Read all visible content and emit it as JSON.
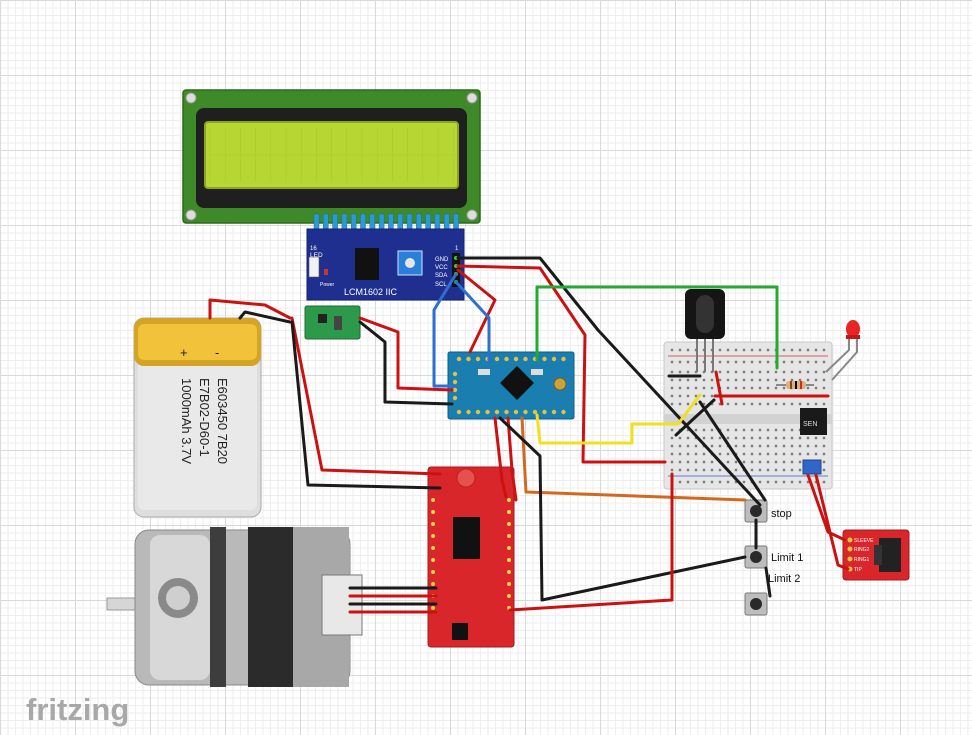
{
  "app": {
    "watermark": "fritzing"
  },
  "lcd": {
    "adapter_label": "LCM1602 IIC",
    "pin_gnd": "GND",
    "pin_vcc": "VCC",
    "pin_sda": "SDA",
    "pin_scl": "SCL",
    "led_label": "LED",
    "power_label": "Power",
    "pin_16": "16",
    "pin_1": "1"
  },
  "battery": {
    "plus": "+",
    "minus": "-",
    "line1": "E603450 7B20",
    "line2": "E7B02-D60-1",
    "line3": "1000mAh 3.7V"
  },
  "buttons": {
    "stop": "stop",
    "limit1": "Limit 1",
    "limit2": "Limit 2"
  },
  "audio_jack": {
    "sleeve": "SLEEVE",
    "ring2": "RING2",
    "ring1": "RING1",
    "tip": "TIP"
  },
  "sensor": {
    "label": "SEN"
  },
  "colors": {
    "wire_red": "#cc1111",
    "wire_black": "#1a1a1a",
    "wire_blue": "#2e6fd0",
    "wire_green": "#22aa33",
    "wire_yellow": "#f0e020",
    "wire_orange": "#d2691e",
    "lcd_pcb": "#3f8a28",
    "lcd_screen": "#b8d633",
    "i2c_board": "#1f2f8f",
    "arduino": "#1a7fb0",
    "driver": "#d8262a",
    "battery_top": "#e8b52a",
    "battery_body": "#e0e0e0"
  }
}
